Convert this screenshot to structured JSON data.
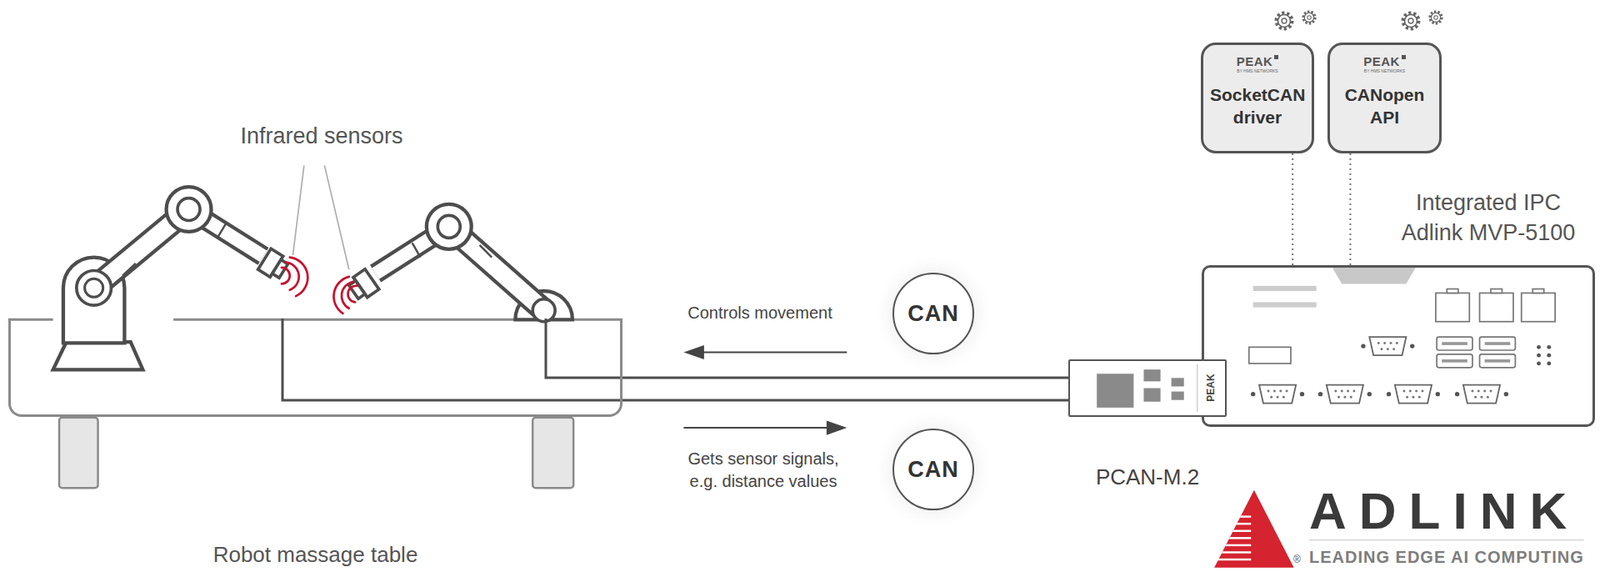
{
  "diagram": {
    "nodes": [
      {
        "text": [
          "Robot massage table"
        ]
      },
      {
        "text": [
          "CAN"
        ]
      },
      {
        "text": [
          "CAN"
        ]
      },
      {
        "text": [
          "PEAK",
          "PCAN-M.2"
        ]
      },
      {
        "text": [
          "Integrated IPC Adlink MVP-5100"
        ]
      },
      {
        "text": [
          "PEAK",
          "BY HMS NETWORKS",
          "SocketCAN driver"
        ]
      },
      {
        "text": [
          "PEAK",
          "BY HMS NETWORKS",
          "CANopen API"
        ]
      }
    ],
    "edges": [
      {
        "from": 3,
        "to": 0,
        "arrow": "none"
      },
      {
        "from": 3,
        "to": 0,
        "arrow": "none"
      },
      {
        "from": 5,
        "to": 4,
        "arrow": "none"
      },
      {
        "from": 6,
        "to": 4,
        "arrow": "none"
      }
    ],
    "labels": [
      "Infrared sensors",
      "Controls movement",
      "Gets sensor signals, e.g. distance values",
      "ADLINK",
      "®",
      "LEADING EDGE AI COMPUTING"
    ]
  }
}
